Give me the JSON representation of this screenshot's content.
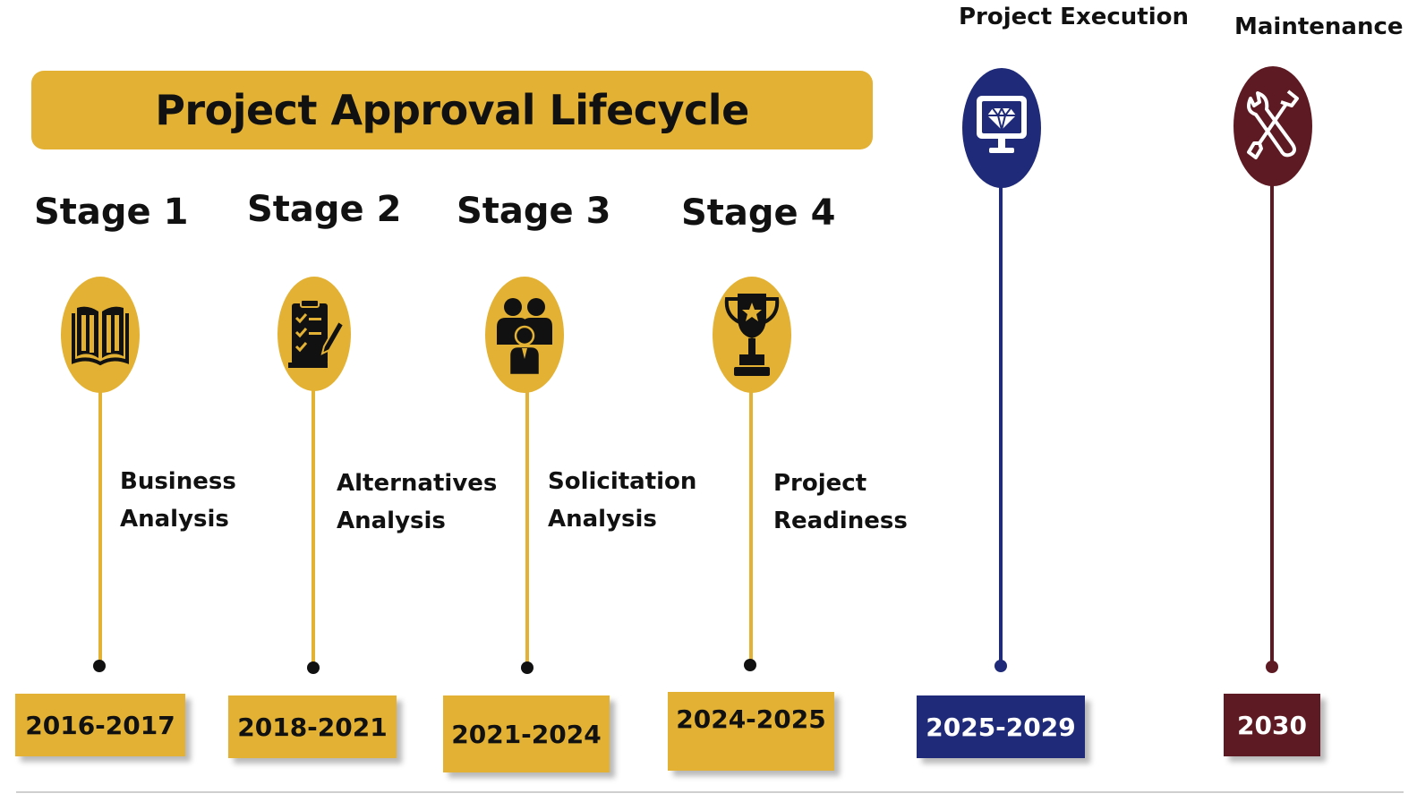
{
  "banner": {
    "title": "Project Approval Lifecycle"
  },
  "stages": [
    {
      "label": "Stage 1",
      "description_line1": "Business",
      "description_line2": "Analysis",
      "years": "2016-2017",
      "icon": "book-icon"
    },
    {
      "label": "Stage 2",
      "description_line1": "Alternatives",
      "description_line2": "Analysis",
      "years": "2018-2021",
      "icon": "checklist-pencil-icon"
    },
    {
      "label": "Stage 3",
      "description_line1": "Solicitation",
      "description_line2": "Analysis",
      "years": "2021-2024",
      "icon": "people-group-icon"
    },
    {
      "label": "Stage 4",
      "description_line1": "Project",
      "description_line2": "Readiness",
      "years": "2024-2025",
      "icon": "trophy-icon"
    }
  ],
  "execution": {
    "label": "Project Execution",
    "years": "2025-2029",
    "icon": "monitor-diamond-icon"
  },
  "maintenance": {
    "label": "Maintenance",
    "years": "2030",
    "icon": "wrench-screwdriver-icon"
  },
  "colors": {
    "gold": "#e3b234",
    "navy": "#1f2a78",
    "maroon": "#5e1a22",
    "dark": "#111111"
  }
}
